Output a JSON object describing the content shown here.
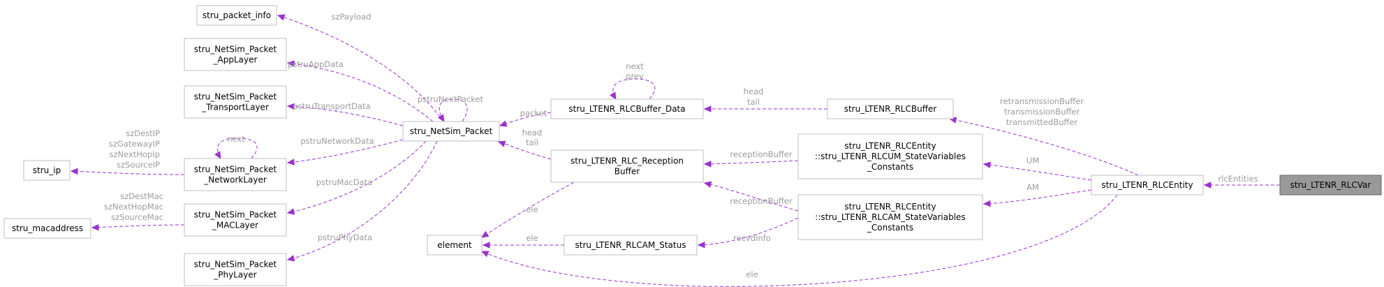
{
  "nodes": {
    "packet_info": [
      "stru_packet_info"
    ],
    "app_layer": [
      "stru_NetSim_Packet",
      "_AppLayer"
    ],
    "transport_layer": [
      "stru_NetSim_Packet",
      "_TransportLayer"
    ],
    "network_layer": [
      "stru_NetSim_Packet",
      "_NetworkLayer"
    ],
    "mac_layer": [
      "stru_NetSim_Packet",
      "_MACLayer"
    ],
    "phy_layer": [
      "stru_NetSim_Packet",
      "_PhyLayer"
    ],
    "ip": [
      "stru_ip"
    ],
    "macaddress": [
      "stru_macaddress"
    ],
    "netsim_packet": [
      "stru_NetSim_Packet"
    ],
    "element": [
      "element"
    ],
    "buffer_data": [
      "stru_LTENR_RLCBuffer_Data"
    ],
    "reception_buffer": [
      "stru_LTENR_RLC_Reception",
      "Buffer"
    ],
    "am_status": [
      "stru_LTENR_RLCAM_Status"
    ],
    "rlc_buffer": [
      "stru_LTENR_RLCBuffer"
    ],
    "um_state": [
      "stru_LTENR_RLCEntity",
      "::stru_LTENR_RLCUM_StateVariables",
      "_Constants"
    ],
    "am_state": [
      "stru_LTENR_RLCEntity",
      "::stru_LTENR_RLCAM_StateVariables",
      "_Constants"
    ],
    "rlc_entity": [
      "stru_LTENR_RLCEntity"
    ],
    "rlc_var": [
      "stru_LTENR_RLCVar"
    ]
  },
  "edges": {
    "szPayload": [
      "szPayload"
    ],
    "pstruAppData": [
      "pstruAppData"
    ],
    "pstruTransportData": [
      "pstruTransportData"
    ],
    "pstruNetworkData": [
      "pstruNetworkData"
    ],
    "pstruMacData": [
      "pstruMacData"
    ],
    "pstruPhyData": [
      "pstruPhyData"
    ],
    "pstruNextPacket": [
      "pstruNextPacket"
    ],
    "net_next": [
      "next"
    ],
    "ip_members": [
      "szDestIP",
      "szGatewayIP",
      "szNextHopIp",
      "szSourceIP"
    ],
    "mac_members": [
      "szDestMac",
      "szNextHopMac",
      "szSourceMac"
    ],
    "buf_next_prev": [
      "next",
      "prev"
    ],
    "packet": [
      "packet"
    ],
    "head_tail_1": [
      "head",
      "tail"
    ],
    "head_tail_2": [
      "head",
      "tail"
    ],
    "ele_1": [
      "ele"
    ],
    "ele_2": [
      "ele"
    ],
    "ele_3": [
      "ele"
    ],
    "receptionBuffer_1": [
      "receptionBuffer"
    ],
    "receptionBuffer_2": [
      "receptionBuffer"
    ],
    "recvdInfo": [
      "recvdInfo"
    ],
    "buffers": [
      "retransmissionBuffer",
      "transmissionBuffer",
      "transmittedBuffer"
    ],
    "UM": [
      "UM"
    ],
    "AM": [
      "AM"
    ],
    "rlcEntities": [
      "rlcEntities"
    ]
  },
  "colors": {
    "edge": "#9a32cd",
    "node_border": "#bfbfbf",
    "focus_fill": "#999999",
    "label": "#9b9b9b"
  }
}
